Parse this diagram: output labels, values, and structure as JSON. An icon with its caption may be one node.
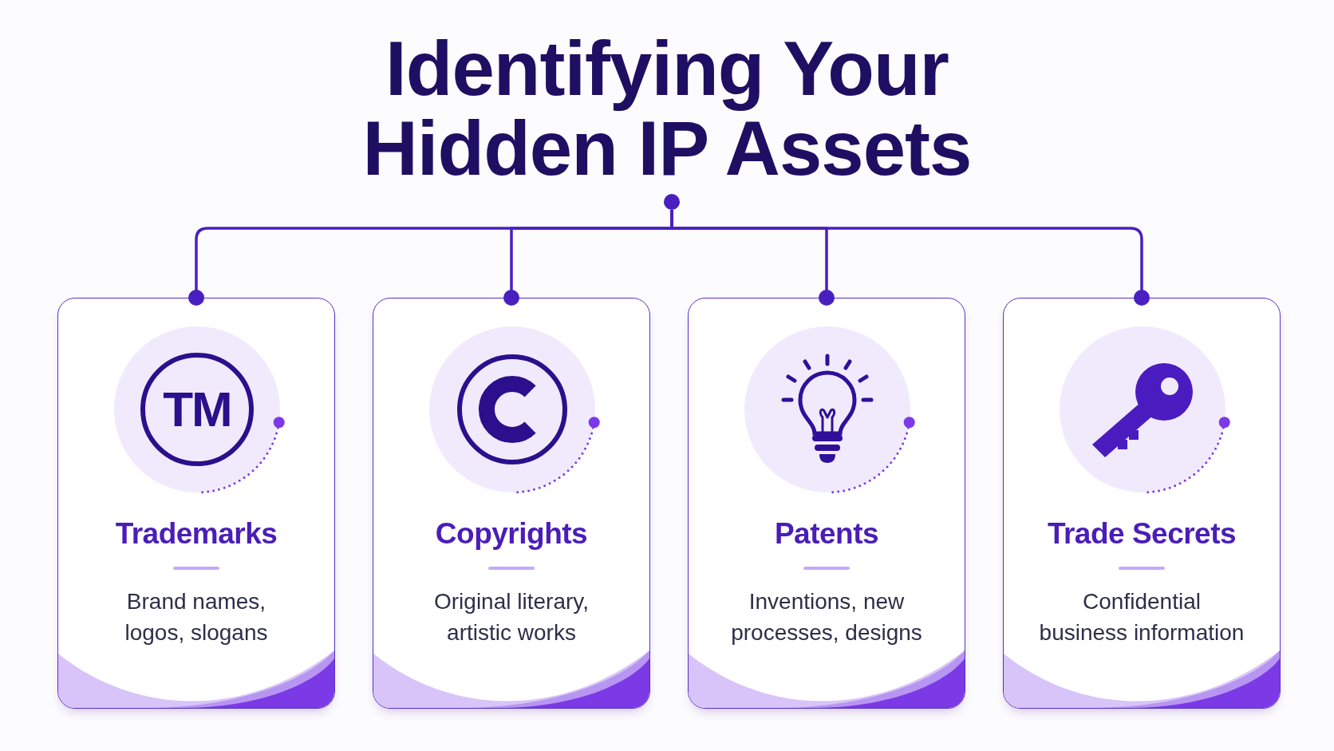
{
  "diagram": {
    "title": "Identifying Your Hidden IP Assets",
    "nodes": [
      {
        "text": [],
        "shape": "circle"
      },
      {
        "text": [
          "Trademarks",
          "Brand names, logos, slogans"
        ]
      },
      {
        "text": [
          "Copyrights",
          "Original literary, artistic works"
        ]
      },
      {
        "text": [
          "Patents",
          "Inventions, new processes, designs"
        ]
      },
      {
        "text": [
          "Trade Secrets",
          "Confidential business information"
        ]
      }
    ],
    "edges": [
      {
        "from": 0,
        "to": 1,
        "arrow": "other"
      },
      {
        "from": 0,
        "to": 2,
        "arrow": "other"
      },
      {
        "from": 0,
        "to": 3,
        "arrow": "other"
      },
      {
        "from": 0,
        "to": 4,
        "arrow": "other"
      }
    ],
    "labels": [
      "TM"
    ]
  }
}
